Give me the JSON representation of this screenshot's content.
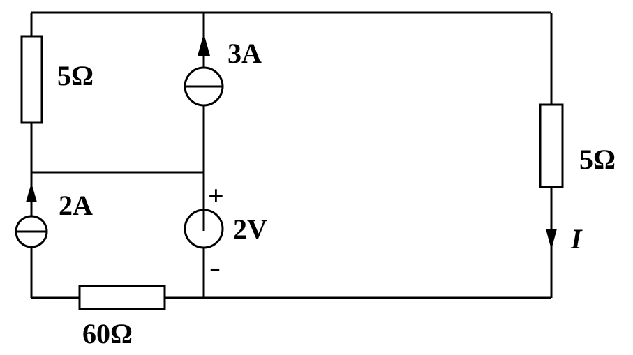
{
  "diagram": {
    "type": "circuit-diagram",
    "colors": {
      "stroke": "#000000",
      "background": "#ffffff"
    },
    "labels": {
      "left_resistor": "5Ω",
      "top_current_source": "3A",
      "left_current_source": "2A",
      "voltage_plus": "+",
      "voltage_source": "2V",
      "voltage_minus": "-",
      "right_resistor": "5Ω",
      "branch_current": "I",
      "bottom_resistor": "60Ω"
    },
    "components": [
      {
        "id": "left-resistor",
        "type": "resistor",
        "value": "5Ω",
        "orientation": "vertical",
        "position": "left-branch-top"
      },
      {
        "id": "top-current-source",
        "type": "current-source",
        "value": "3A",
        "direction": "up",
        "position": "middle-branch-top"
      },
      {
        "id": "left-current-source",
        "type": "current-source",
        "value": "2A",
        "direction": "up",
        "position": "left-branch-bottom"
      },
      {
        "id": "voltage-source",
        "type": "voltage-source",
        "value": "2V",
        "polarity": "plus-top-minus-bottom",
        "position": "middle-branch-bottom"
      },
      {
        "id": "right-resistor",
        "type": "resistor",
        "value": "5Ω",
        "orientation": "vertical",
        "position": "right-branch"
      },
      {
        "id": "bottom-resistor",
        "type": "resistor",
        "value": "60Ω",
        "orientation": "horizontal",
        "position": "bottom-wire"
      },
      {
        "id": "branch-current",
        "type": "current-annotation",
        "value": "I",
        "direction": "down",
        "position": "right-branch"
      }
    ]
  }
}
